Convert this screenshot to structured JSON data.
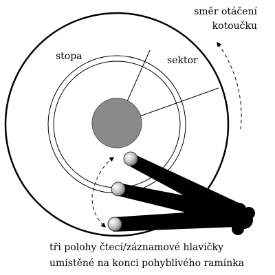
{
  "labels": {
    "rotation_line1": "směr otáčení",
    "rotation_line2": "kotoučku",
    "track": "stopa",
    "sector": "sektor",
    "caption_line1": "tři polohy čtecí/záznamové hlavičky",
    "caption_line2": "umístěné na konci pohyblivého ramínka"
  },
  "colors": {
    "hub": "#8a8a8a",
    "arm": "#000000",
    "head": "#c8c8c8",
    "line": "#000000"
  }
}
